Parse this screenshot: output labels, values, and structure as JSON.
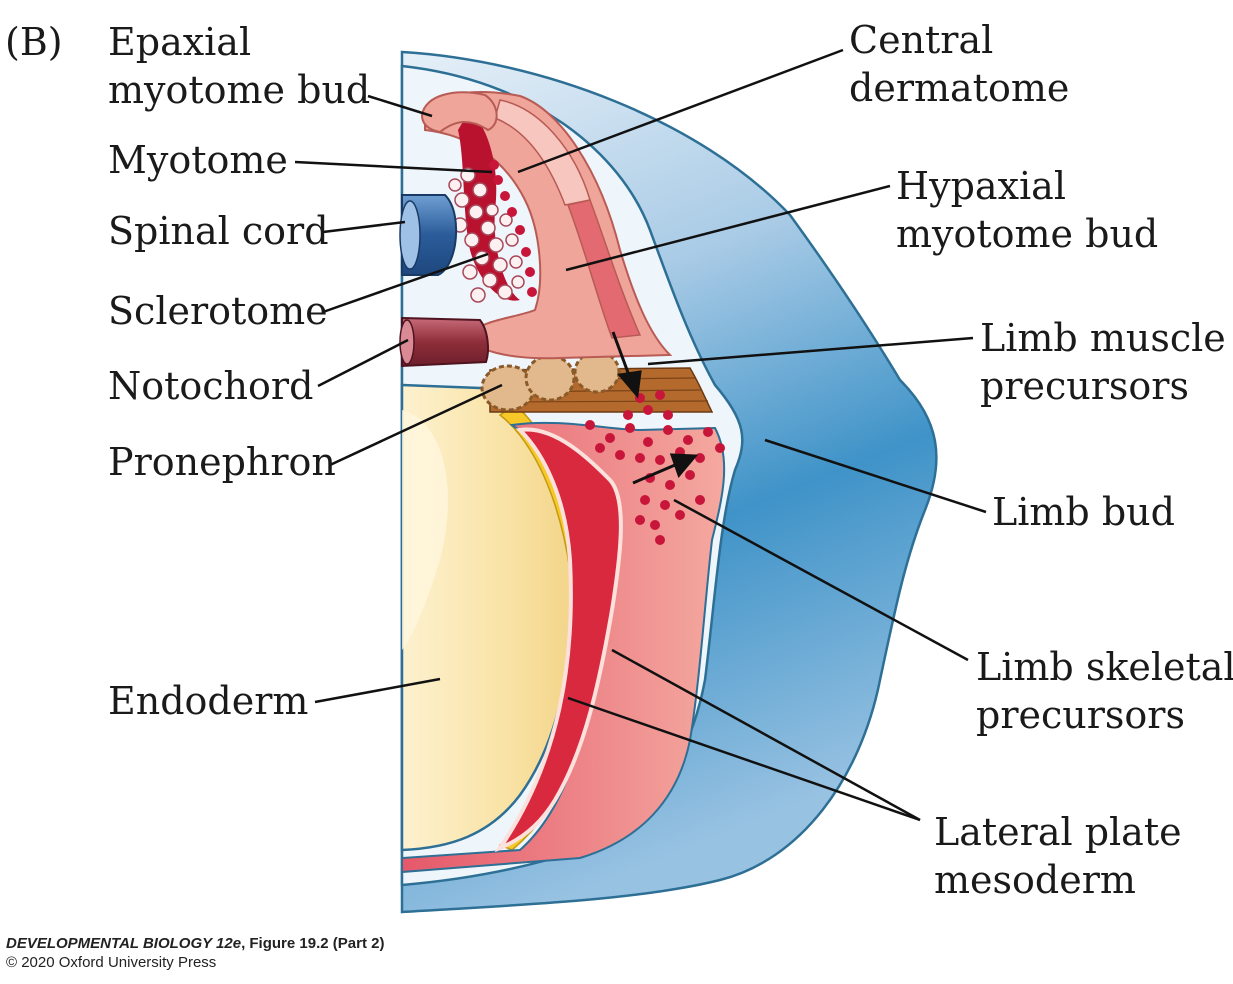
{
  "panel_label": "(B)",
  "labels": {
    "epaxial": [
      "Epaxial",
      "myotome bud"
    ],
    "myotome": "Myotome",
    "spinal_cord": "Spinal cord",
    "sclerotome": "Sclerotome",
    "notochord": "Notochord",
    "pronephron": "Pronephron",
    "endoderm": "Endoderm",
    "central_dermatome": [
      "Central",
      "dermatome"
    ],
    "hypaxial": [
      "Hypaxial",
      "myotome bud"
    ],
    "limb_muscle": [
      "Limb muscle",
      "precursors"
    ],
    "limb_bud": "Limb bud",
    "limb_skeletal": [
      "Limb skeletal",
      "precursors"
    ],
    "lateral_plate": [
      "Lateral plate",
      "mesoderm"
    ]
  },
  "credit": {
    "book": "DEVELOPMENTAL BIOLOGY 12e",
    "figure": ", Figure 19.2 (Part 2)",
    "copyright": "© 2020 Oxford University Press"
  },
  "colors": {
    "ectoderm_light": "#dde9f4",
    "ectoderm_dark": "#3d8fc4",
    "mesoderm_pink": "#f0a59a",
    "mesoderm_red": "#d8293e",
    "endoderm_yellow": "#f9e2a4",
    "somatopleure_yellow": "#f7c928",
    "spinal_cord_blue": "#2b5c9a",
    "notochord_maroon": "#8e2e3a",
    "pronephron_brown": "#b46a2c",
    "outline": "#2d6f95"
  }
}
